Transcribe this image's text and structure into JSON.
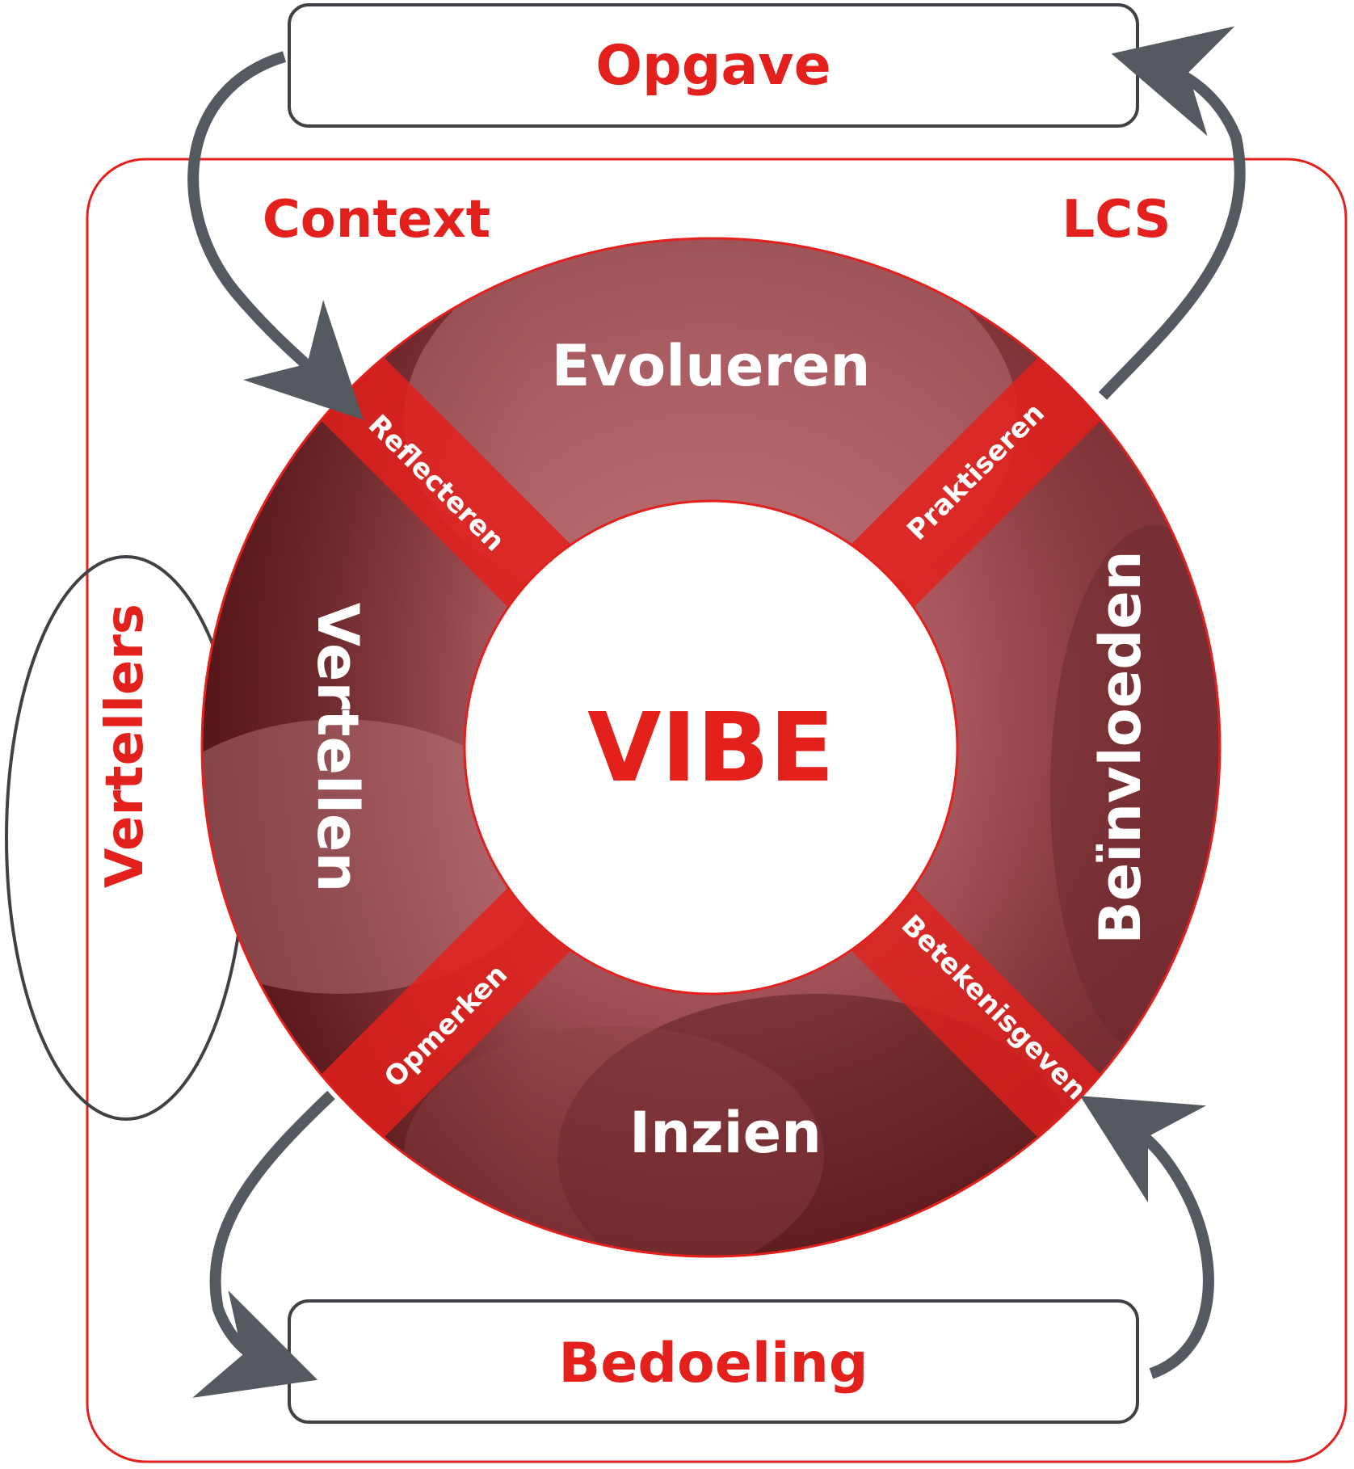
{
  "colors": {
    "accent": "#e3201b",
    "arrow": "#555a60",
    "ring_dark": "#5e1a1d",
    "ring_light": "#b5646a",
    "band": "#e3201b"
  },
  "top_box": {
    "label": "Opgave"
  },
  "bottom_box": {
    "label": "Bedoeling"
  },
  "frame": {
    "context_label": "Context",
    "lcs_label": "LCS",
    "vertellers_label": "Vertellers"
  },
  "wheel": {
    "center_label": "VIBE",
    "sectors": {
      "top": "Evolueren",
      "right": "Beïnvloeden",
      "bottom": "Inzien",
      "left": "Vertellen"
    },
    "bands": {
      "top_left": "Reflecteren",
      "top_right": "Praktiseren",
      "bottom_right": "Betekenisgeven",
      "bottom_left": "Opmerken"
    }
  }
}
